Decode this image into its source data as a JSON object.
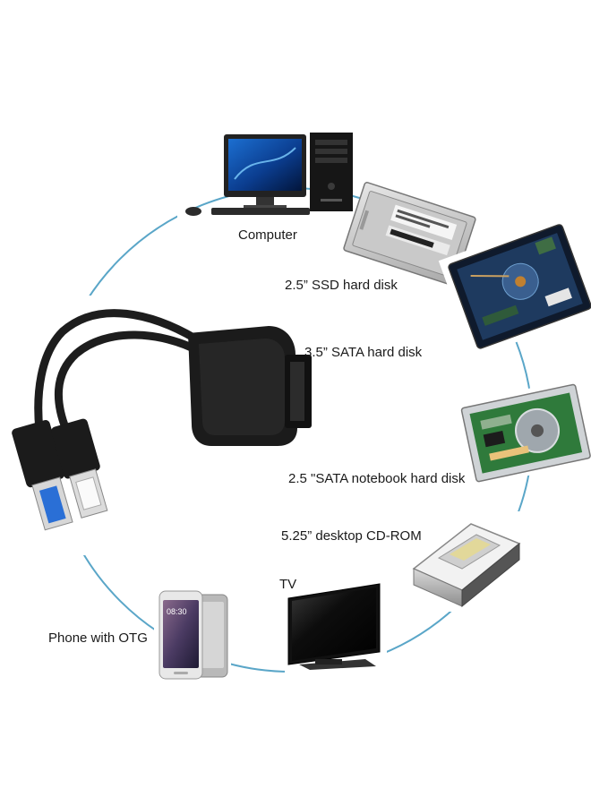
{
  "labels": {
    "computer": "Computer",
    "ssd": "2.5” SSD hard disk",
    "sata35": "3.5” SATA hard disk",
    "sata25": "2.5 \"SATA notebook hard disk",
    "cdrom": "5.25” desktop CD-ROM",
    "tv": "TV",
    "phone": "Phone with OTG"
  },
  "phone_time": "08:30",
  "colors": {
    "ring": "#5aa6c8",
    "cable": "#1d1d1d",
    "usb_blue": "#2a6fd6"
  },
  "icons": [
    "computer-icon",
    "ssd-icon",
    "hdd-icon",
    "notebook-hdd-icon",
    "cdrom-icon",
    "tv-icon",
    "phone-icon",
    "sata-usb-cable-icon"
  ]
}
